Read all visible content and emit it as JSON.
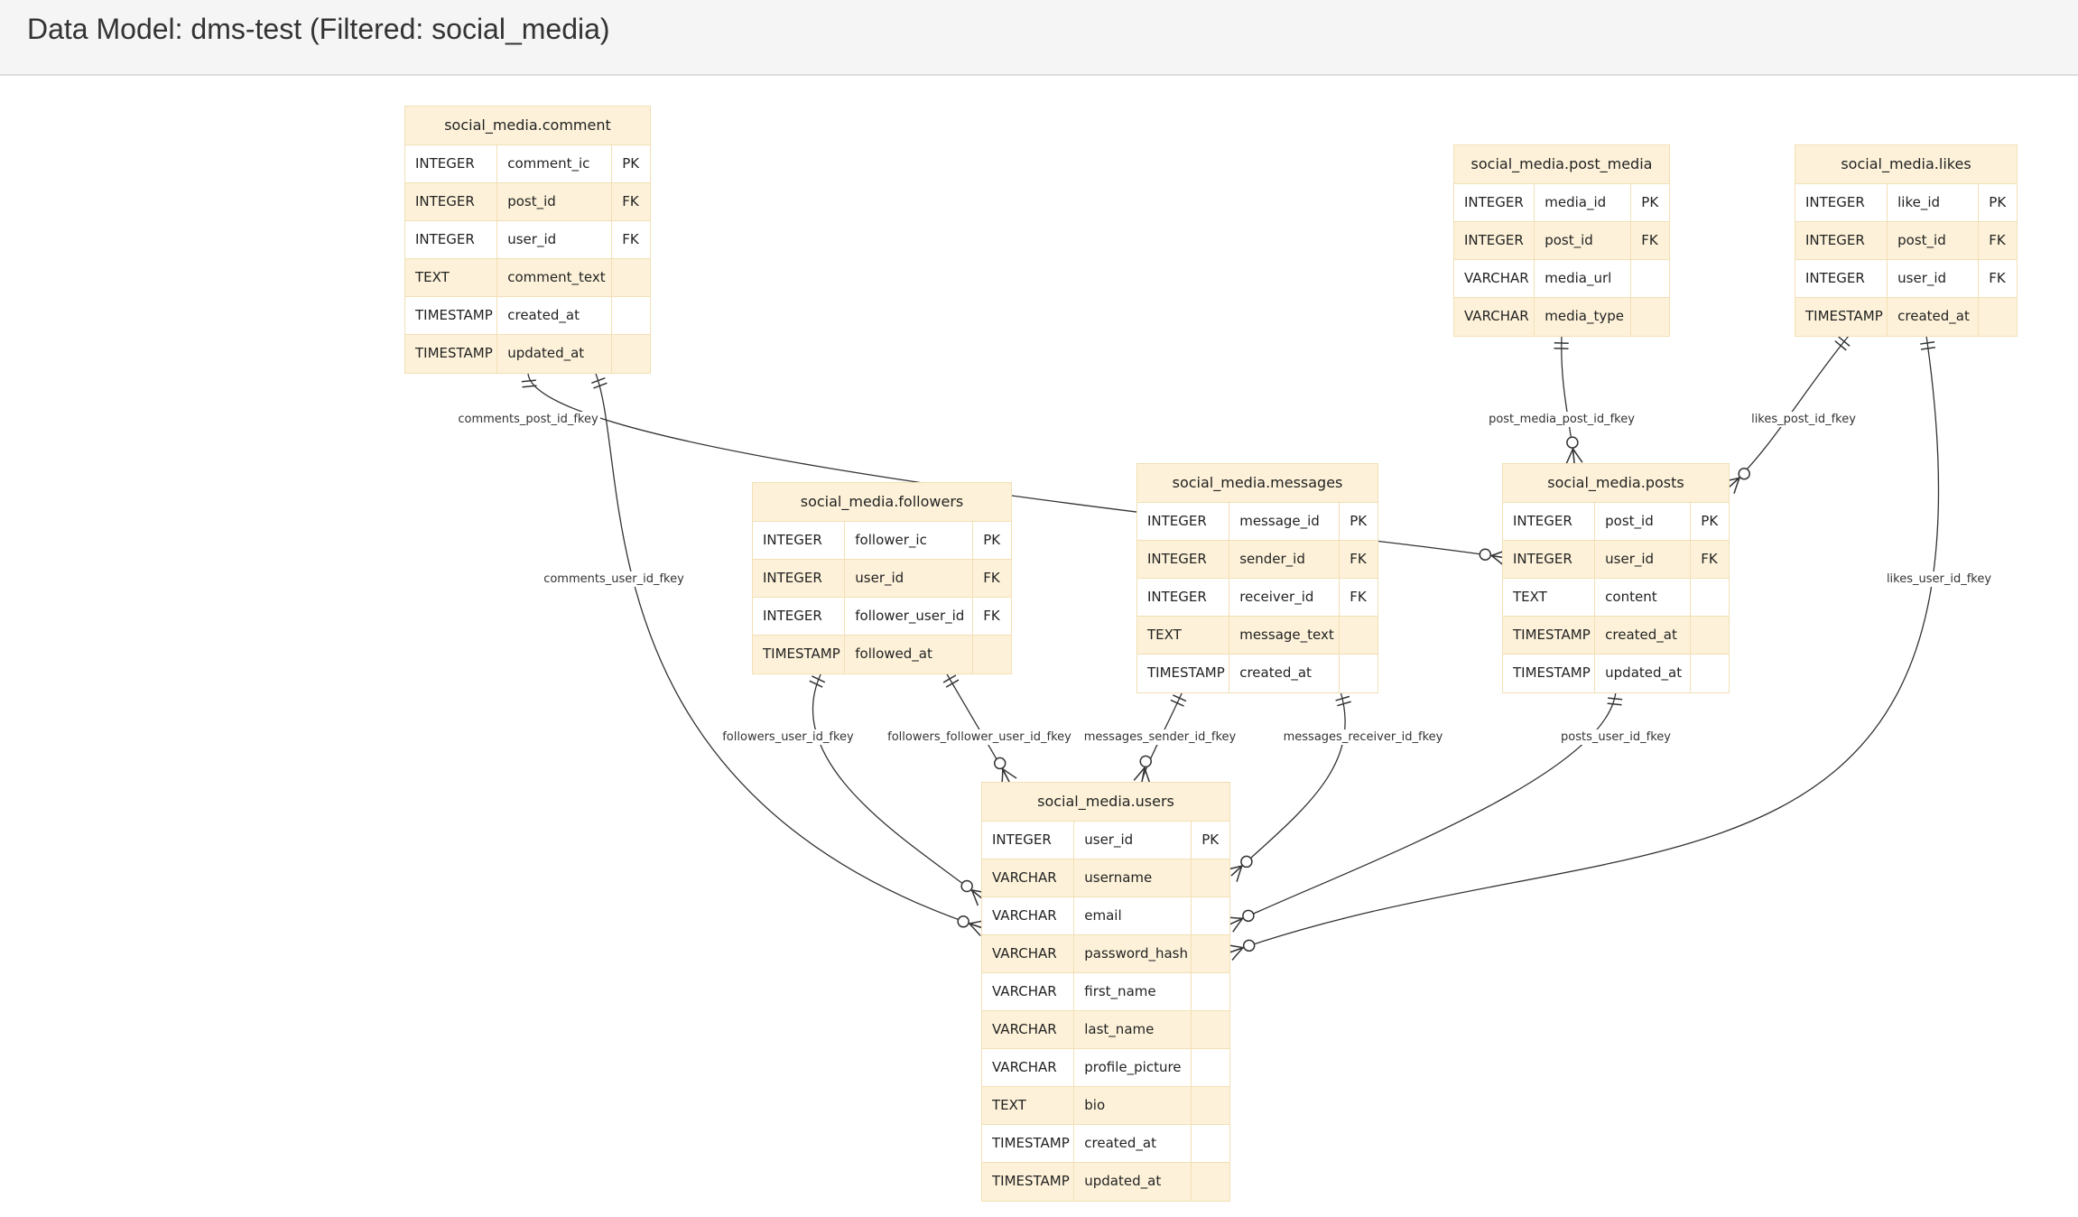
{
  "header": {
    "title": "Data Model: dms-test (Filtered: social_media)"
  },
  "entities": [
    {
      "id": "comments",
      "name": "social_media.comment",
      "attributes": [
        {
          "type": "INTEGER",
          "name": "comment_ic",
          "key": "PK"
        },
        {
          "type": "INTEGER",
          "name": "post_id",
          "key": "FK"
        },
        {
          "type": "INTEGER",
          "name": "user_id",
          "key": "FK"
        },
        {
          "type": "TEXT",
          "name": "comment_text",
          "key": ""
        },
        {
          "type": "TIMESTAMP",
          "name": "created_at",
          "key": ""
        },
        {
          "type": "TIMESTAMP",
          "name": "updated_at",
          "key": ""
        }
      ]
    },
    {
      "id": "post_media",
      "name": "social_media.post_media",
      "attributes": [
        {
          "type": "INTEGER",
          "name": "media_id",
          "key": "PK"
        },
        {
          "type": "INTEGER",
          "name": "post_id",
          "key": "FK"
        },
        {
          "type": "VARCHAR",
          "name": "media_url",
          "key": ""
        },
        {
          "type": "VARCHAR",
          "name": "media_type",
          "key": ""
        }
      ]
    },
    {
      "id": "likes",
      "name": "social_media.likes",
      "attributes": [
        {
          "type": "INTEGER",
          "name": "like_id",
          "key": "PK"
        },
        {
          "type": "INTEGER",
          "name": "post_id",
          "key": "FK"
        },
        {
          "type": "INTEGER",
          "name": "user_id",
          "key": "FK"
        },
        {
          "type": "TIMESTAMP",
          "name": "created_at",
          "key": ""
        }
      ]
    },
    {
      "id": "followers",
      "name": "social_media.followers",
      "attributes": [
        {
          "type": "INTEGER",
          "name": "follower_ic",
          "key": "PK"
        },
        {
          "type": "INTEGER",
          "name": "user_id",
          "key": "FK"
        },
        {
          "type": "INTEGER",
          "name": "follower_user_id",
          "key": "FK"
        },
        {
          "type": "TIMESTAMP",
          "name": "followed_at",
          "key": ""
        }
      ]
    },
    {
      "id": "messages",
      "name": "social_media.messages",
      "attributes": [
        {
          "type": "INTEGER",
          "name": "message_id",
          "key": "PK"
        },
        {
          "type": "INTEGER",
          "name": "sender_id",
          "key": "FK"
        },
        {
          "type": "INTEGER",
          "name": "receiver_id",
          "key": "FK"
        },
        {
          "type": "TEXT",
          "name": "message_text",
          "key": ""
        },
        {
          "type": "TIMESTAMP",
          "name": "created_at",
          "key": ""
        }
      ]
    },
    {
      "id": "posts",
      "name": "social_media.posts",
      "attributes": [
        {
          "type": "INTEGER",
          "name": "post_id",
          "key": "PK"
        },
        {
          "type": "INTEGER",
          "name": "user_id",
          "key": "FK"
        },
        {
          "type": "TEXT",
          "name": "content",
          "key": ""
        },
        {
          "type": "TIMESTAMP",
          "name": "created_at",
          "key": ""
        },
        {
          "type": "TIMESTAMP",
          "name": "updated_at",
          "key": ""
        }
      ]
    },
    {
      "id": "users",
      "name": "social_media.users",
      "attributes": [
        {
          "type": "INTEGER",
          "name": "user_id",
          "key": "PK"
        },
        {
          "type": "VARCHAR",
          "name": "username",
          "key": ""
        },
        {
          "type": "VARCHAR",
          "name": "email",
          "key": ""
        },
        {
          "type": "VARCHAR",
          "name": "password_hash",
          "key": ""
        },
        {
          "type": "VARCHAR",
          "name": "first_name",
          "key": ""
        },
        {
          "type": "VARCHAR",
          "name": "last_name",
          "key": ""
        },
        {
          "type": "VARCHAR",
          "name": "profile_picture",
          "key": ""
        },
        {
          "type": "TEXT",
          "name": "bio",
          "key": ""
        },
        {
          "type": "TIMESTAMP",
          "name": "created_at",
          "key": ""
        },
        {
          "type": "TIMESTAMP",
          "name": "updated_at",
          "key": ""
        }
      ]
    }
  ],
  "relationships": [
    {
      "id": "comments_post_id",
      "label": "comments_post_id_fkey"
    },
    {
      "id": "comments_user_id",
      "label": "comments_user_id_fkey"
    },
    {
      "id": "post_media_post_id",
      "label": "post_media_post_id_fkey"
    },
    {
      "id": "likes_post_id",
      "label": "likes_post_id_fkey"
    },
    {
      "id": "likes_user_id",
      "label": "likes_user_id_fkey"
    },
    {
      "id": "followers_user_id",
      "label": "followers_user_id_fkey"
    },
    {
      "id": "followers_follower_user_id",
      "label": "followers_follower_user_id_fkey"
    },
    {
      "id": "messages_sender_id",
      "label": "messages_sender_id_fkey"
    },
    {
      "id": "messages_receiver_id",
      "label": "messages_receiver_id_fkey"
    },
    {
      "id": "posts_user_id",
      "label": "posts_user_id_fkey"
    }
  ],
  "colors": {
    "header_bg": "#f5f5f5",
    "entity_title_bg": "#fdf2d9",
    "entity_border": "#f2dfb5",
    "edge": "#333333"
  }
}
